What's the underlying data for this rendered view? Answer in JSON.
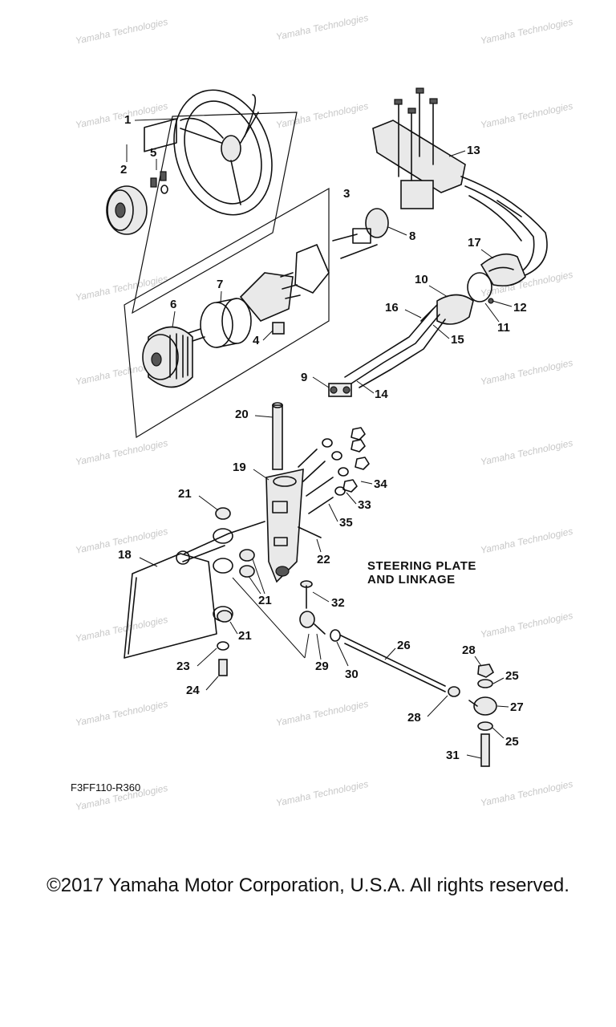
{
  "diagram": {
    "title_line1": "STEERING PLATE",
    "title_line2": "AND LINKAGE",
    "code": "F3FF110-R360",
    "copyright": "©2017 Yamaha Motor Corporation, U.S.A. All rights reserved.",
    "watermark": "Yamaha Technologies",
    "callouts": {
      "c1": "1",
      "c2": "2",
      "c3": "3",
      "c4": "4",
      "c5": "5",
      "c6": "6",
      "c7": "7",
      "c8": "8",
      "c9": "9",
      "c10": "10",
      "c11": "11",
      "c12": "12",
      "c13": "13",
      "c14": "14",
      "c15": "15",
      "c16": "16",
      "c17": "17",
      "c18": "18",
      "c19": "19",
      "c20": "20",
      "c21a": "21",
      "c21b": "21",
      "c21c": "21",
      "c22": "22",
      "c23": "23",
      "c24": "24",
      "c25a": "25",
      "c25b": "25",
      "c26": "26",
      "c27": "27",
      "c28a": "28",
      "c28b": "28",
      "c29": "29",
      "c30": "30",
      "c31": "31",
      "c32": "32",
      "c33": "33",
      "c34": "34",
      "c35": "35"
    }
  }
}
